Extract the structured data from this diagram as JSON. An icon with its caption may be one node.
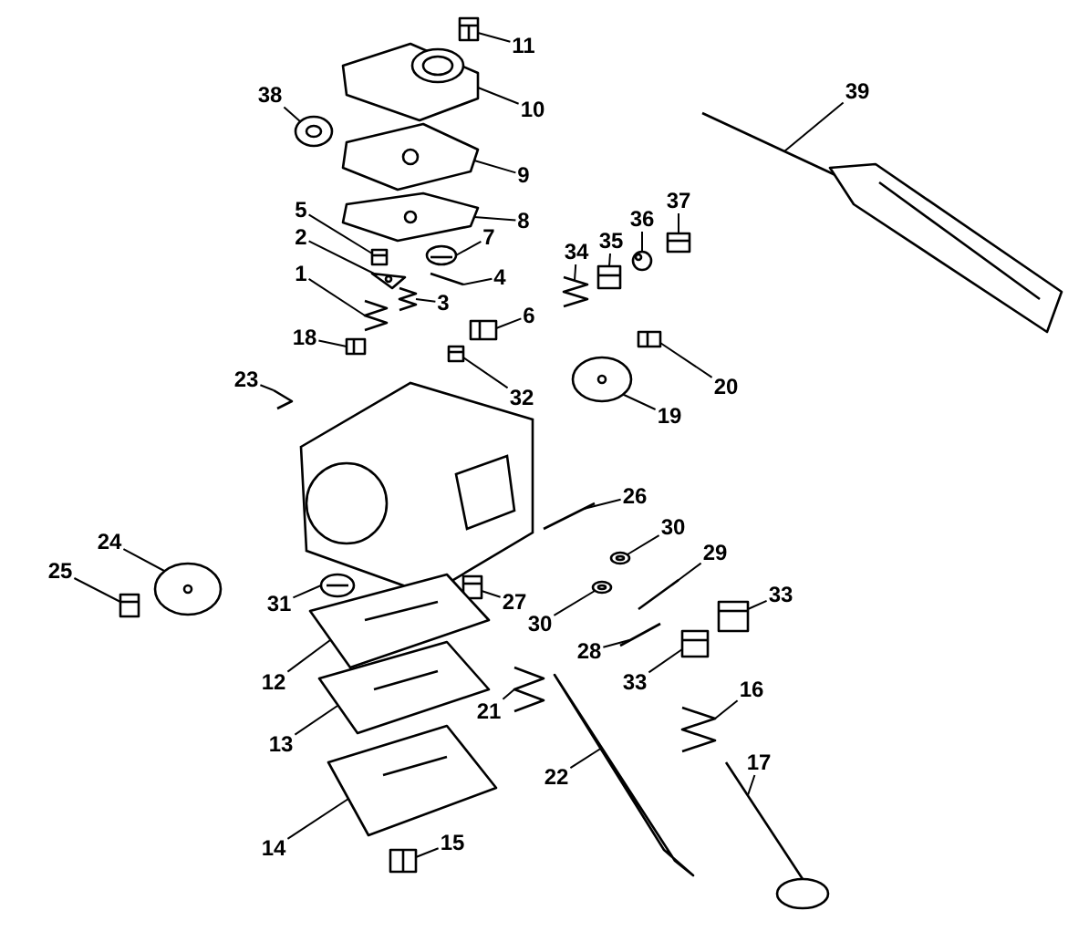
{
  "diagram": {
    "nodes": [
      {
        "text": [
          "11"
        ]
      },
      {
        "text": [
          "10"
        ]
      },
      {
        "text": [
          "38"
        ]
      },
      {
        "text": [
          "9"
        ]
      },
      {
        "text": [
          "8"
        ]
      },
      {
        "text": [
          "39"
        ]
      },
      {
        "text": [
          "5"
        ]
      },
      {
        "text": [
          "2"
        ]
      },
      {
        "text": [
          "4"
        ]
      },
      {
        "text": [
          "3"
        ]
      },
      {
        "text": [
          "1"
        ]
      },
      {
        "text": [
          "7"
        ]
      },
      {
        "text": [
          "36"
        ]
      },
      {
        "text": [
          "37"
        ]
      },
      {
        "text": [
          "34"
        ]
      },
      {
        "text": [
          "35"
        ]
      },
      {
        "text": [
          "6"
        ]
      },
      {
        "text": [
          "18"
        ]
      },
      {
        "text": [
          "32"
        ]
      },
      {
        "text": [
          "20"
        ]
      },
      {
        "text": [
          "19"
        ]
      },
      {
        "text": [
          "23"
        ]
      },
      {
        "text": [
          "26"
        ]
      },
      {
        "text": [
          "30"
        ]
      },
      {
        "text": [
          "29"
        ]
      },
      {
        "text": [
          "24"
        ]
      },
      {
        "text": [
          "31"
        ]
      },
      {
        "text": [
          "27"
        ]
      },
      {
        "text": [
          "25"
        ]
      },
      {
        "text": [
          "33"
        ]
      },
      {
        "text": [
          "30"
        ]
      },
      {
        "text": [
          "28"
        ]
      },
      {
        "text": [
          "12"
        ]
      },
      {
        "text": [
          "33"
        ]
      },
      {
        "text": [
          "21"
        ]
      },
      {
        "text": [
          "16"
        ]
      },
      {
        "text": [
          "13"
        ]
      },
      {
        "text": [
          "22"
        ]
      },
      {
        "text": [
          "17"
        ]
      },
      {
        "text": [
          "14"
        ]
      },
      {
        "text": [
          "15"
        ]
      },
      {
        "text": [],
        "shape": "picture"
      },
      {
        "text": [],
        "shape": "picture"
      },
      {
        "text": [],
        "shape": "picture"
      },
      {
        "text": [],
        "shape": "picture"
      },
      {
        "text": [],
        "shape": "picture"
      },
      {
        "text": [],
        "shape": "picture"
      },
      {
        "text": [],
        "shape": "picture"
      },
      {
        "text": [],
        "shape": "picture"
      },
      {
        "text": [],
        "shape": "picture"
      },
      {
        "text": [],
        "shape": "picture"
      },
      {
        "text": [],
        "shape": "picture"
      },
      {
        "text": [],
        "shape": "picture"
      },
      {
        "text": [],
        "shape": "picture"
      },
      {
        "text": [],
        "shape": "picture"
      },
      {
        "text": [],
        "shape": "picture"
      },
      {
        "text": [],
        "shape": "picture"
      },
      {
        "text": [],
        "shape": "picture"
      },
      {
        "text": [],
        "shape": "picture"
      },
      {
        "text": [],
        "shape": "picture"
      },
      {
        "text": [],
        "shape": "picture"
      },
      {
        "text": [],
        "shape": "picture"
      },
      {
        "text": [],
        "shape": "picture"
      },
      {
        "text": [],
        "shape": "picture"
      },
      {
        "text": [],
        "shape": "picture"
      },
      {
        "text": [],
        "shape": "picture"
      },
      {
        "text": [],
        "shape": "picture"
      },
      {
        "text": [],
        "shape": "picture"
      },
      {
        "text": [],
        "shape": "picture"
      },
      {
        "text": [],
        "shape": "picture"
      },
      {
        "text": [],
        "shape": "picture"
      },
      {
        "text": [],
        "shape": "picture"
      },
      {
        "text": [],
        "shape": "picture"
      },
      {
        "text": [],
        "shape": "picture"
      },
      {
        "text": [],
        "shape": "picture"
      },
      {
        "text": [],
        "shape": "picture"
      },
      {
        "text": [],
        "shape": "picture"
      },
      {
        "text": [],
        "shape": "picture"
      },
      {
        "text": [],
        "shape": "picture"
      },
      {
        "text": [],
        "shape": "picture"
      },
      {
        "text": [],
        "shape": "picture"
      },
      {
        "text": [],
        "shape": "picture"
      }
    ],
    "edges": [
      {
        "from": 0,
        "to": 41,
        "arrow": "none"
      },
      {
        "from": 1,
        "to": 42,
        "arrow": "none"
      },
      {
        "from": 2,
        "to": 43,
        "arrow": "none"
      },
      {
        "from": 3,
        "to": 44,
        "arrow": "none"
      },
      {
        "from": 4,
        "to": 45,
        "arrow": "none"
      },
      {
        "from": 5,
        "to": 46,
        "arrow": "none"
      },
      {
        "from": 6,
        "to": 47,
        "arrow": "none"
      },
      {
        "from": 7,
        "to": 48,
        "arrow": "none"
      },
      {
        "from": 8,
        "to": 49,
        "arrow": "none"
      },
      {
        "from": 9,
        "to": 50,
        "arrow": "none"
      },
      {
        "from": 10,
        "to": 51,
        "arrow": "none"
      },
      {
        "from": 11,
        "to": 52,
        "arrow": "none"
      },
      {
        "from": 12,
        "to": 53,
        "arrow": "none"
      },
      {
        "from": 13,
        "to": 54,
        "arrow": "none"
      },
      {
        "from": 14,
        "to": 55,
        "arrow": "none"
      },
      {
        "from": 15,
        "to": 56,
        "arrow": "none"
      },
      {
        "from": 16,
        "to": 57,
        "arrow": "none"
      },
      {
        "from": 17,
        "to": 58,
        "arrow": "none"
      },
      {
        "from": 18,
        "to": 59,
        "arrow": "none"
      },
      {
        "from": 19,
        "to": 60,
        "arrow": "none"
      },
      {
        "from": 20,
        "to": 61,
        "arrow": "none"
      },
      {
        "from": 21,
        "to": 62,
        "arrow": "none"
      },
      {
        "from": 22,
        "to": 63,
        "arrow": "none"
      },
      {
        "from": 23,
        "to": 64,
        "arrow": "none"
      },
      {
        "from": 24,
        "to": 65,
        "arrow": "none"
      },
      {
        "from": 25,
        "to": 66,
        "arrow": "none"
      },
      {
        "from": 26,
        "to": 67,
        "arrow": "none"
      },
      {
        "from": 27,
        "to": 68,
        "arrow": "none"
      },
      {
        "from": 28,
        "to": 69,
        "arrow": "none"
      },
      {
        "from": 29,
        "to": 70,
        "arrow": "none"
      },
      {
        "from": 30,
        "to": 71,
        "arrow": "none"
      },
      {
        "from": 31,
        "to": 72,
        "arrow": "none"
      },
      {
        "from": 32,
        "to": 73,
        "arrow": "none"
      },
      {
        "from": 33,
        "to": 74,
        "arrow": "none"
      },
      {
        "from": 34,
        "to": 75,
        "arrow": "none"
      },
      {
        "from": 35,
        "to": 76,
        "arrow": "none"
      },
      {
        "from": 36,
        "to": 77,
        "arrow": "none"
      },
      {
        "from": 37,
        "to": 78,
        "arrow": "none"
      },
      {
        "from": 38,
        "to": 79,
        "arrow": "none"
      },
      {
        "from": 39,
        "to": 80,
        "arrow": "none"
      },
      {
        "from": 40,
        "to": 81,
        "arrow": "none"
      }
    ]
  }
}
